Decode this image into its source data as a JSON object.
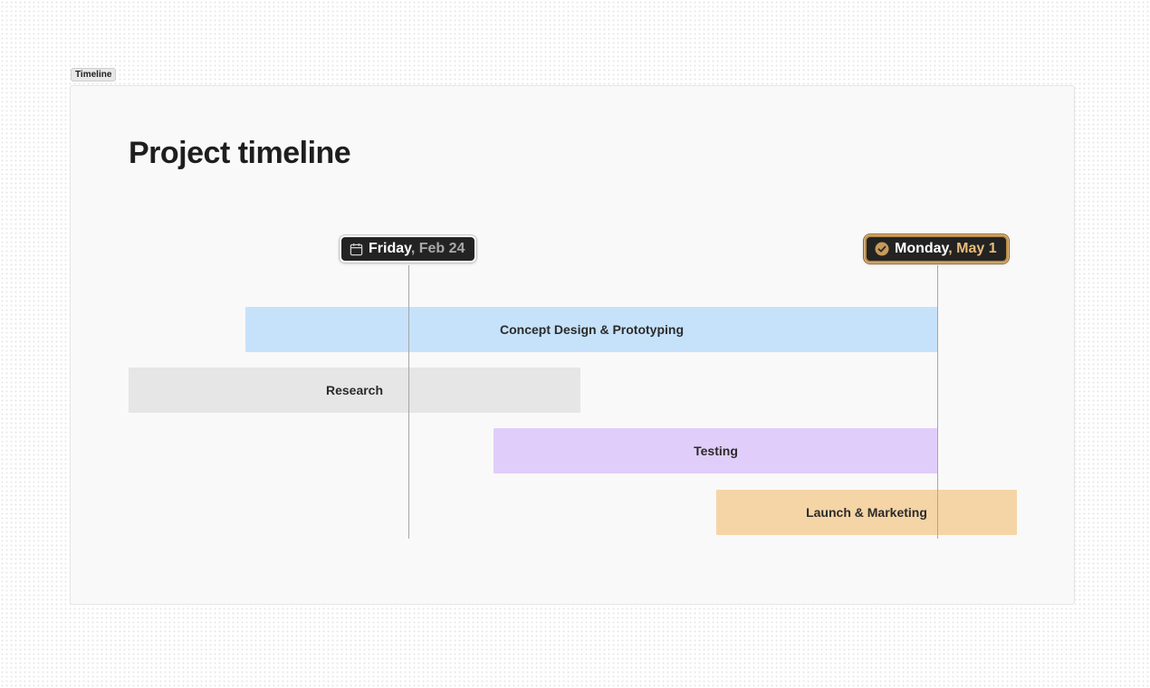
{
  "frame": {
    "label": "Timeline"
  },
  "page": {
    "title": "Project timeline"
  },
  "markers": [
    {
      "weekday": "Friday",
      "separator": ",",
      "date": "Feb 24",
      "icon": "calendar-icon"
    },
    {
      "weekday": "Monday",
      "separator": ",",
      "date": "May 1",
      "icon": "check-circle-icon"
    }
  ],
  "tasks": [
    {
      "label": "Concept Design & Prototyping",
      "color": "#c6e2fa"
    },
    {
      "label": "Research",
      "color": "#e6e6e6"
    },
    {
      "label": "Testing",
      "color": "#e1cdf9"
    },
    {
      "label": "Launch & Marketing",
      "color": "#f5d4a5"
    }
  ],
  "colors": {
    "marker_bg": "#232323",
    "accent_gold": "#e8bd79",
    "date_muted": "#a9a9a9"
  }
}
